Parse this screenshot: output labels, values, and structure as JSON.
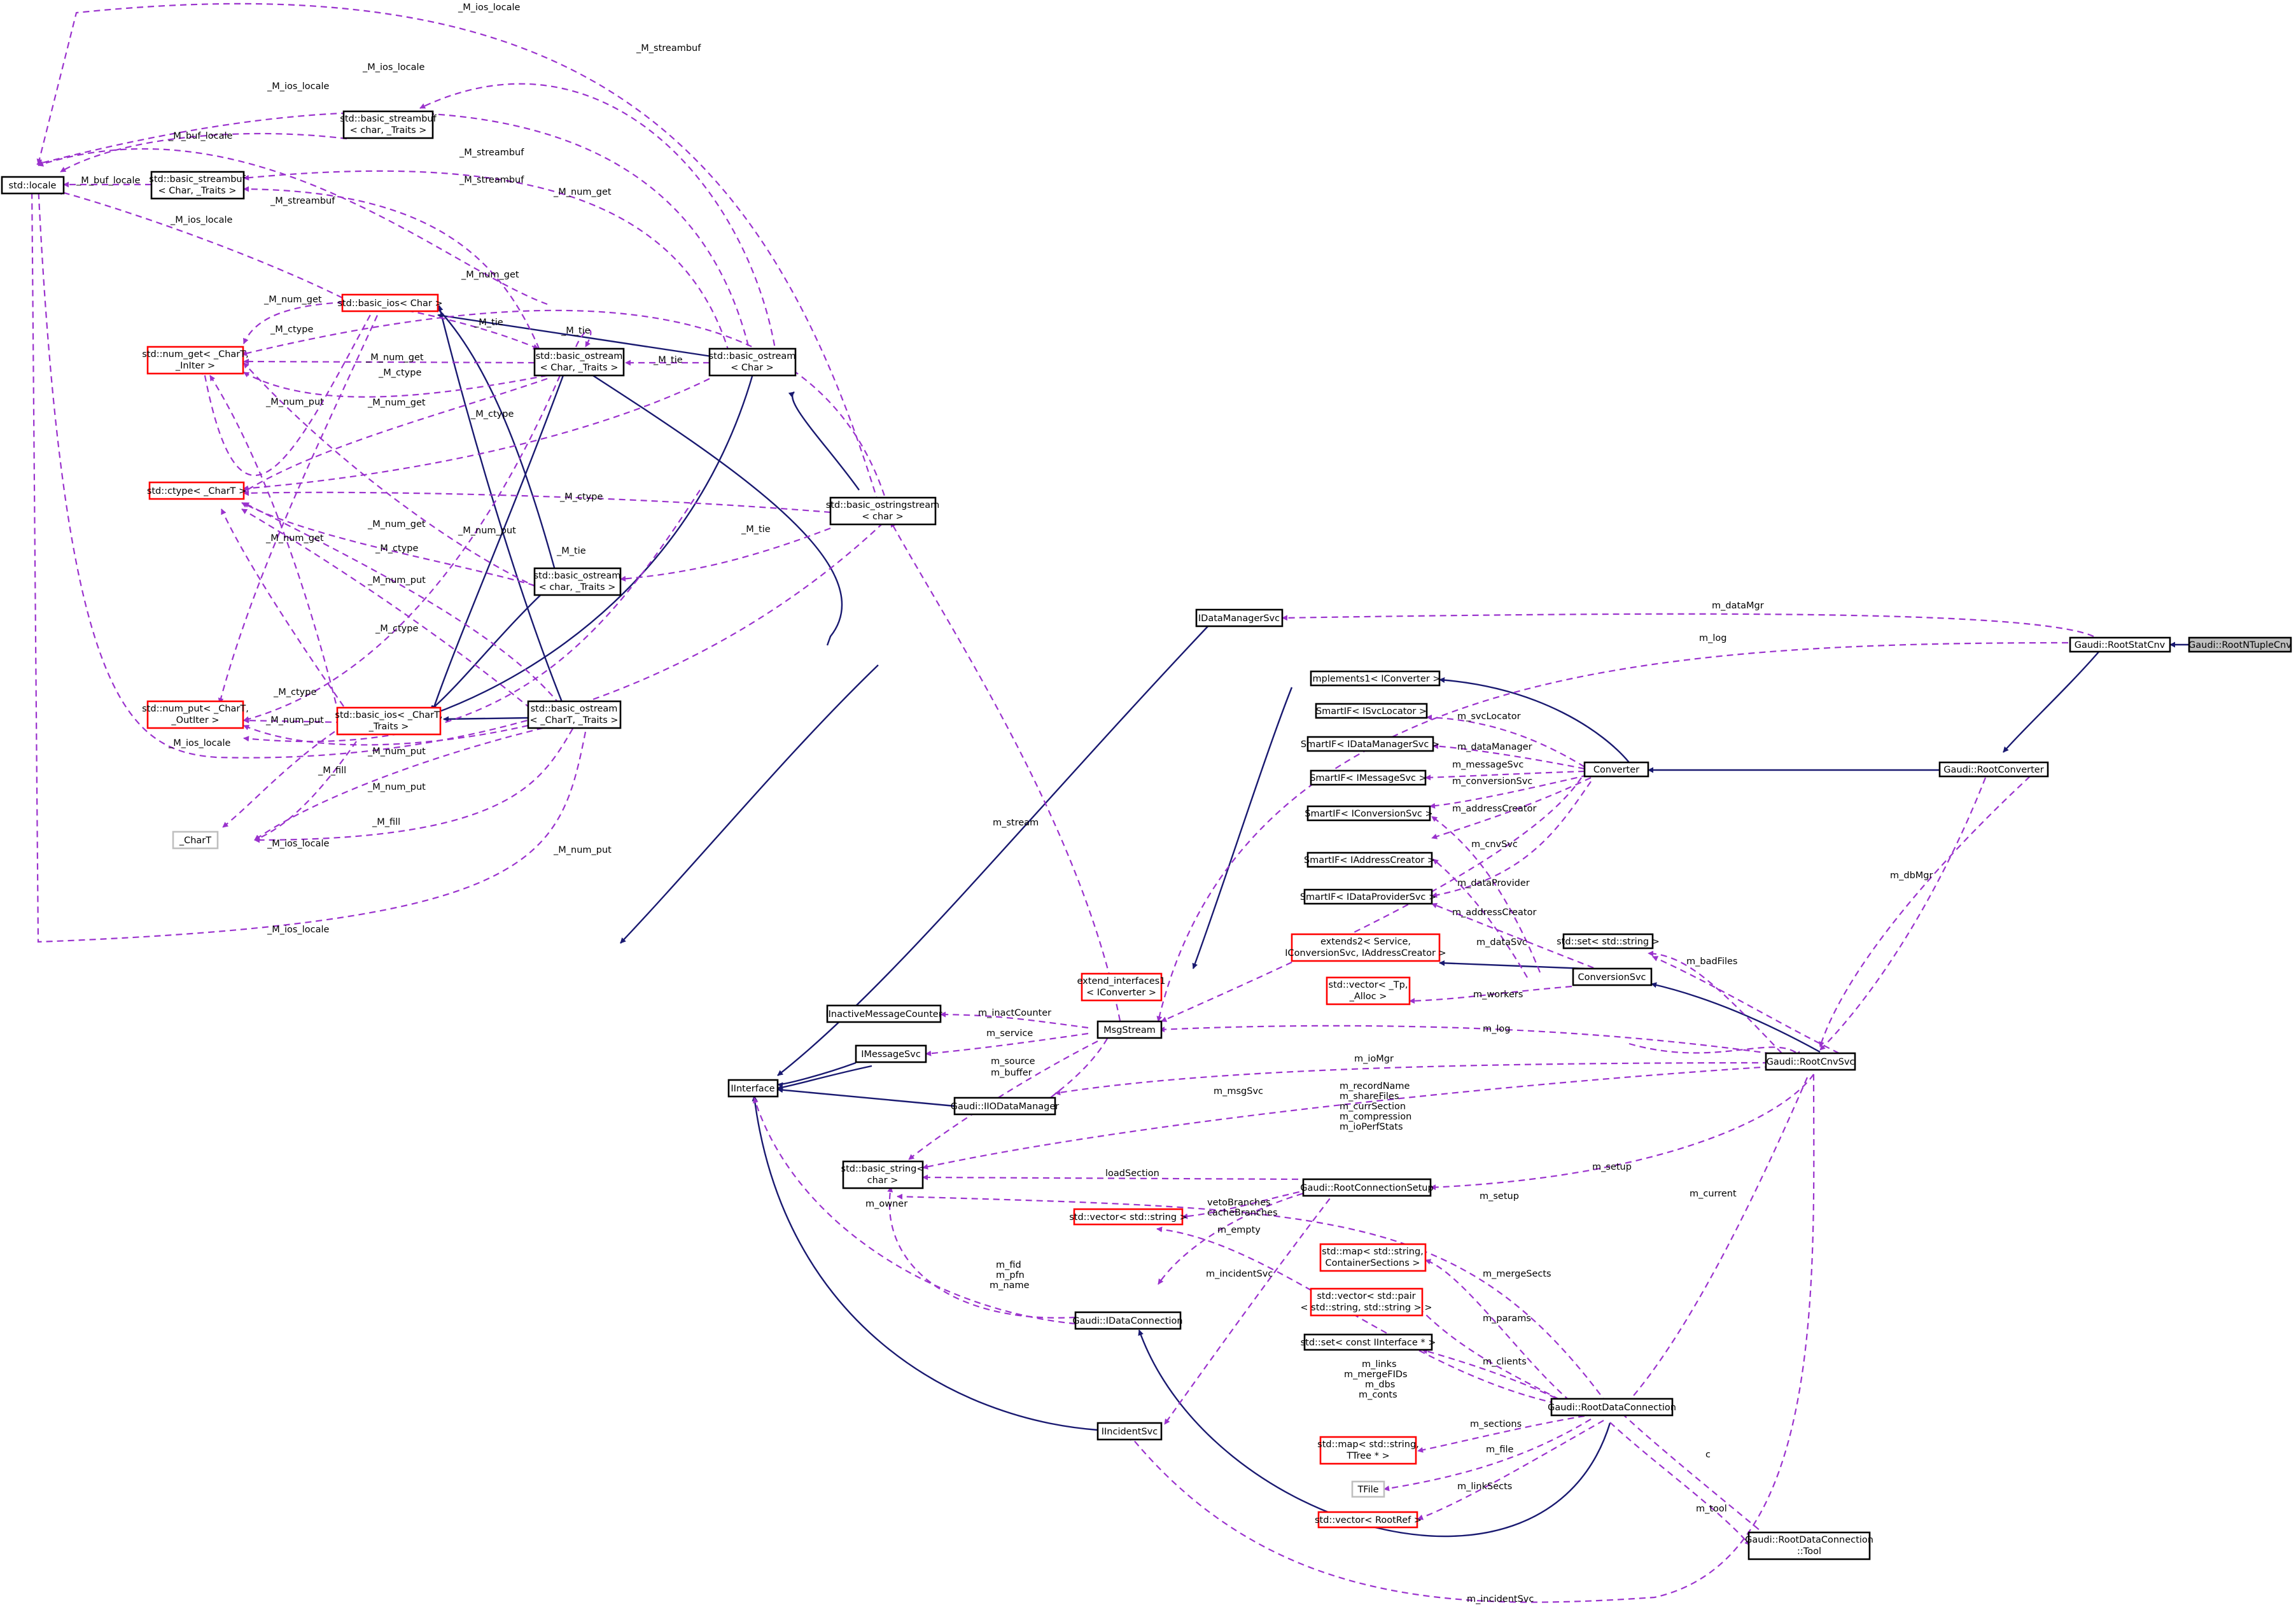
{
  "colors": {
    "inheritance_edge": "#191970",
    "usage_edge": "#9a32cd",
    "documented_border": "#000000",
    "undocumented_border": "#ff0000",
    "external_border": "#bfbfbf",
    "root_fill": "#bfbfbf",
    "node_fill": "#ffffff",
    "text": "#000000"
  },
  "nodes": {
    "root": {
      "lines": [
        "Gaudi::RootNTupleCnv"
      ],
      "border": "gray-fill"
    },
    "rootstatcnv": {
      "lines": [
        "Gaudi::RootStatCnv"
      ],
      "border": "black"
    },
    "rootconverter": {
      "lines": [
        "Gaudi::RootConverter"
      ],
      "border": "black"
    },
    "converter": {
      "lines": [
        "Converter"
      ],
      "border": "black"
    },
    "implements1": {
      "lines": [
        "implements1< IConverter >"
      ],
      "border": "black"
    },
    "smartif_svcloc": {
      "lines": [
        "SmartIF< ISvcLocator >"
      ],
      "border": "black"
    },
    "smartif_datamgr": {
      "lines": [
        "SmartIF< IDataManagerSvc >"
      ],
      "border": "black"
    },
    "smartif_msg": {
      "lines": [
        "SmartIF< IMessageSvc >"
      ],
      "border": "black"
    },
    "smartif_conv": {
      "lines": [
        "SmartIF< IConversionSvc >"
      ],
      "border": "black"
    },
    "smartif_addr": {
      "lines": [
        "SmartIF< IAddressCreator >"
      ],
      "border": "black"
    },
    "smartif_dataprov": {
      "lines": [
        "SmartIF< IDataProviderSvc >"
      ],
      "border": "black"
    },
    "extend2": {
      "lines": [
        "extends2< Service,",
        "IConversionSvc, IAddressCreator >"
      ],
      "border": "red"
    },
    "vector_tp": {
      "lines": [
        "std::vector< _Tp,",
        "_Alloc >"
      ],
      "border": "red"
    },
    "conversionsvc": {
      "lines": [
        "ConversionSvc"
      ],
      "border": "black"
    },
    "set_string": {
      "lines": [
        "std::set< std::string >"
      ],
      "border": "black"
    },
    "rootcnvsvc": {
      "lines": [
        "Gaudi::RootCnvSvc"
      ],
      "border": "black"
    },
    "idatamanagersvc": {
      "lines": [
        "IDataManagerSvc"
      ],
      "border": "black"
    },
    "extend_interfaces1": {
      "lines": [
        "extend_interfaces1",
        "< IConverter >"
      ],
      "border": "red"
    },
    "msgstream": {
      "lines": [
        "MsgStream"
      ],
      "border": "black"
    },
    "iinactive": {
      "lines": [
        "IInactiveMessageCounter"
      ],
      "border": "black"
    },
    "imessagesvc": {
      "lines": [
        "IMessageSvc"
      ],
      "border": "black"
    },
    "iinterface": {
      "lines": [
        "IInterface"
      ],
      "border": "black"
    },
    "iiodatamanager": {
      "lines": [
        "Gaudi::IIODataManager"
      ],
      "border": "black"
    },
    "basic_string": {
      "lines": [
        "std::basic_string<",
        "char >"
      ],
      "border": "black"
    },
    "rootconnsetup": {
      "lines": [
        "Gaudi::RootConnectionSetup"
      ],
      "border": "black"
    },
    "vector_string": {
      "lines": [
        "std::vector< std::string >"
      ],
      "border": "red"
    },
    "map_sections": {
      "lines": [
        "std::map< std::string,",
        "ContainerSections >"
      ],
      "border": "red"
    },
    "vector_pair": {
      "lines": [
        "std::vector< std::pair",
        "< std::string, std::string > >"
      ],
      "border": "red"
    },
    "set_iinterface": {
      "lines": [
        "std::set< const IInterface * >"
      ],
      "border": "black"
    },
    "idataconnection": {
      "lines": [
        "Gaudi::IDataConnection"
      ],
      "border": "black"
    },
    "rootdataconn": {
      "lines": [
        "Gaudi::RootDataConnection"
      ],
      "border": "black"
    },
    "map_ttree": {
      "lines": [
        "std::map< std::string,",
        "TTree * >"
      ],
      "border": "red"
    },
    "tfile": {
      "lines": [
        "TFile"
      ],
      "border": "gray"
    },
    "vector_rootref": {
      "lines": [
        "std::vector< RootRef >"
      ],
      "border": "red"
    },
    "iincidentsvc": {
      "lines": [
        "IIncidentSvc"
      ],
      "border": "black"
    },
    "rdc_tool": {
      "lines": [
        "Gaudi::RootDataConnection",
        "::Tool"
      ],
      "border": "black"
    },
    "std_locale": {
      "lines": [
        "std::locale"
      ],
      "border": "black"
    },
    "bsb_char": {
      "lines": [
        "std::basic_streambuf",
        "< char, _Traits >"
      ],
      "border": "black"
    },
    "bsb_Char": {
      "lines": [
        "std::basic_streambuf",
        "< Char, _Traits >"
      ],
      "border": "black"
    },
    "basic_ios_Char": {
      "lines": [
        "std::basic_ios< Char >"
      ],
      "border": "red"
    },
    "num_get": {
      "lines": [
        "std::num_get< _CharT,",
        "_InIter >"
      ],
      "border": "red"
    },
    "bos_Char_Traits": {
      "lines": [
        "std::basic_ostream",
        "< Char, _Traits >"
      ],
      "border": "black"
    },
    "bos_Char": {
      "lines": [
        "std::basic_ostream",
        "< Char >"
      ],
      "border": "black"
    },
    "ctype": {
      "lines": [
        "std::ctype< _CharT >"
      ],
      "border": "red"
    },
    "bostringstream": {
      "lines": [
        "std::basic_ostringstream",
        "< char >"
      ],
      "border": "black"
    },
    "bos_char_Traits": {
      "lines": [
        "std::basic_ostream",
        "< char, _Traits >"
      ],
      "border": "black"
    },
    "num_put": {
      "lines": [
        "std::num_put< _CharT,",
        "_OutIter >"
      ],
      "border": "red"
    },
    "basic_ios_CharT": {
      "lines": [
        "std::basic_ios< _CharT,",
        "_Traits >"
      ],
      "border": "red"
    },
    "bos_CharT_Traits": {
      "lines": [
        "std::basic_ostream",
        "< _CharT, _Traits >"
      ],
      "border": "black"
    },
    "charT": {
      "lines": [
        "_CharT"
      ],
      "border": "gray"
    }
  },
  "edge_labels": {
    "m_dataMgr": "m_dataMgr",
    "m_log": "m_log",
    "m_svcLocator": "m_svcLocator",
    "m_dataManager": "m_dataManager",
    "m_messageSvc": "m_messageSvc",
    "m_conversionSvc": "m_conversionSvc",
    "m_addressCreator": "m_addressCreator",
    "m_cnvSvc": "m_cnvSvc",
    "m_dataProvider": "m_dataProvider",
    "m_addressCreator2": "m_addressCreator",
    "m_dataSvc": "m_dataSvc",
    "m_workers": "m_workers",
    "m_dbMgr": "m_dbMgr",
    "m_badFiles": "m_badFiles",
    "m_stream": "m_stream",
    "m_inactCounter": "m_inactCounter",
    "m_service": "m_service",
    "m_log2": "m_log",
    "m_ioMgr": "m_ioMgr",
    "m_source": "m_source",
    "m_buffer": "m_buffer",
    "m_recordName": "m_recordName",
    "m_shareFiles": "m_shareFiles",
    "m_currSection": "m_currSection",
    "m_compression": "m_compression",
    "m_ioPerfStats": "m_ioPerfStats",
    "m_msgSvc": "m_msgSvc",
    "loadSection": "loadSection",
    "m_setup": "m_setup",
    "vetoBranches": "vetoBranches",
    "cacheBranches": "cacheBranches",
    "m_owner": "m_owner",
    "m_empty": "m_empty",
    "m_setup2": "m_setup",
    "m_current": "m_current",
    "m_incidentSvc": "m_incidentSvc",
    "m_mergeSects": "m_mergeSects",
    "m_fid": "m_fid",
    "m_pfn": "m_pfn",
    "m_name": "m_name",
    "m_params": "m_params",
    "m_clients": "m_clients",
    "m_links": "m_links",
    "m_mergeFIDs": "m_mergeFIDs",
    "m_dbs": "m_dbs",
    "m_conts": "m_conts",
    "m_sections": "m_sections",
    "m_file": "m_file",
    "m_linkSects": "m_linkSects",
    "c": "c",
    "m_tool": "m_tool",
    "m_incidentSvc2": "m_incidentSvc",
    "M_ios_locale_top": "_M_ios_locale",
    "M_streambuf_top": "_M_streambuf",
    "M_ios_locale_2": "_M_ios_locale",
    "M_ios_locale_3": "_M_ios_locale",
    "M_buf_locale_1": "_M_buf_locale",
    "M_buf_locale_2": "_M_buf_locale",
    "M_streambuf_2": "_M_streambuf",
    "M_streambuf_3": "_M_streambuf",
    "M_num_get_top": "_M_num_get",
    "M_streambuf_4": "_M_streambuf",
    "M_ios_locale_4": "_M_ios_locale",
    "M_num_get_2": "_M_num_get",
    "M_num_get_3": "_M_num_get",
    "M_tie_1": "_M_tie",
    "M_tie_2": "_M_tie",
    "M_tie_3": "_M_tie",
    "M_ctype_1": "_M_ctype",
    "M_num_get_4": "_M_num_get",
    "M_ctype_2": "_M_ctype",
    "M_num_get_5": "_M_num_get",
    "M_num_put_1": "_M_num_put",
    "M_ctype_3": "_M_ctype",
    "M_ctype_4": "_M_ctype",
    "M_tie_4": "_M_tie",
    "M_num_get_6": "_M_num_get",
    "M_num_put_2": "_M_num_put",
    "M_num_get_7": "_M_num_get",
    "M_ctype_5": "_M_ctype",
    "M_tie_5": "_M_tie",
    "M_num_put_3": "_M_num_put",
    "M_ctype_6": "_M_ctype",
    "M_ctype_7": "_M_ctype",
    "M_num_put_4": "_M_num_put",
    "M_ios_locale_5": "_M_ios_locale",
    "M_num_put_5": "_M_num_put",
    "M_fill_1": "_M_fill",
    "M_num_put_6": "_M_num_put",
    "M_fill_2": "_M_fill",
    "M_ios_locale_6": "_M_ios_locale",
    "M_num_put_7": "_M_num_put",
    "M_ios_locale_7": "_M_ios_locale"
  }
}
